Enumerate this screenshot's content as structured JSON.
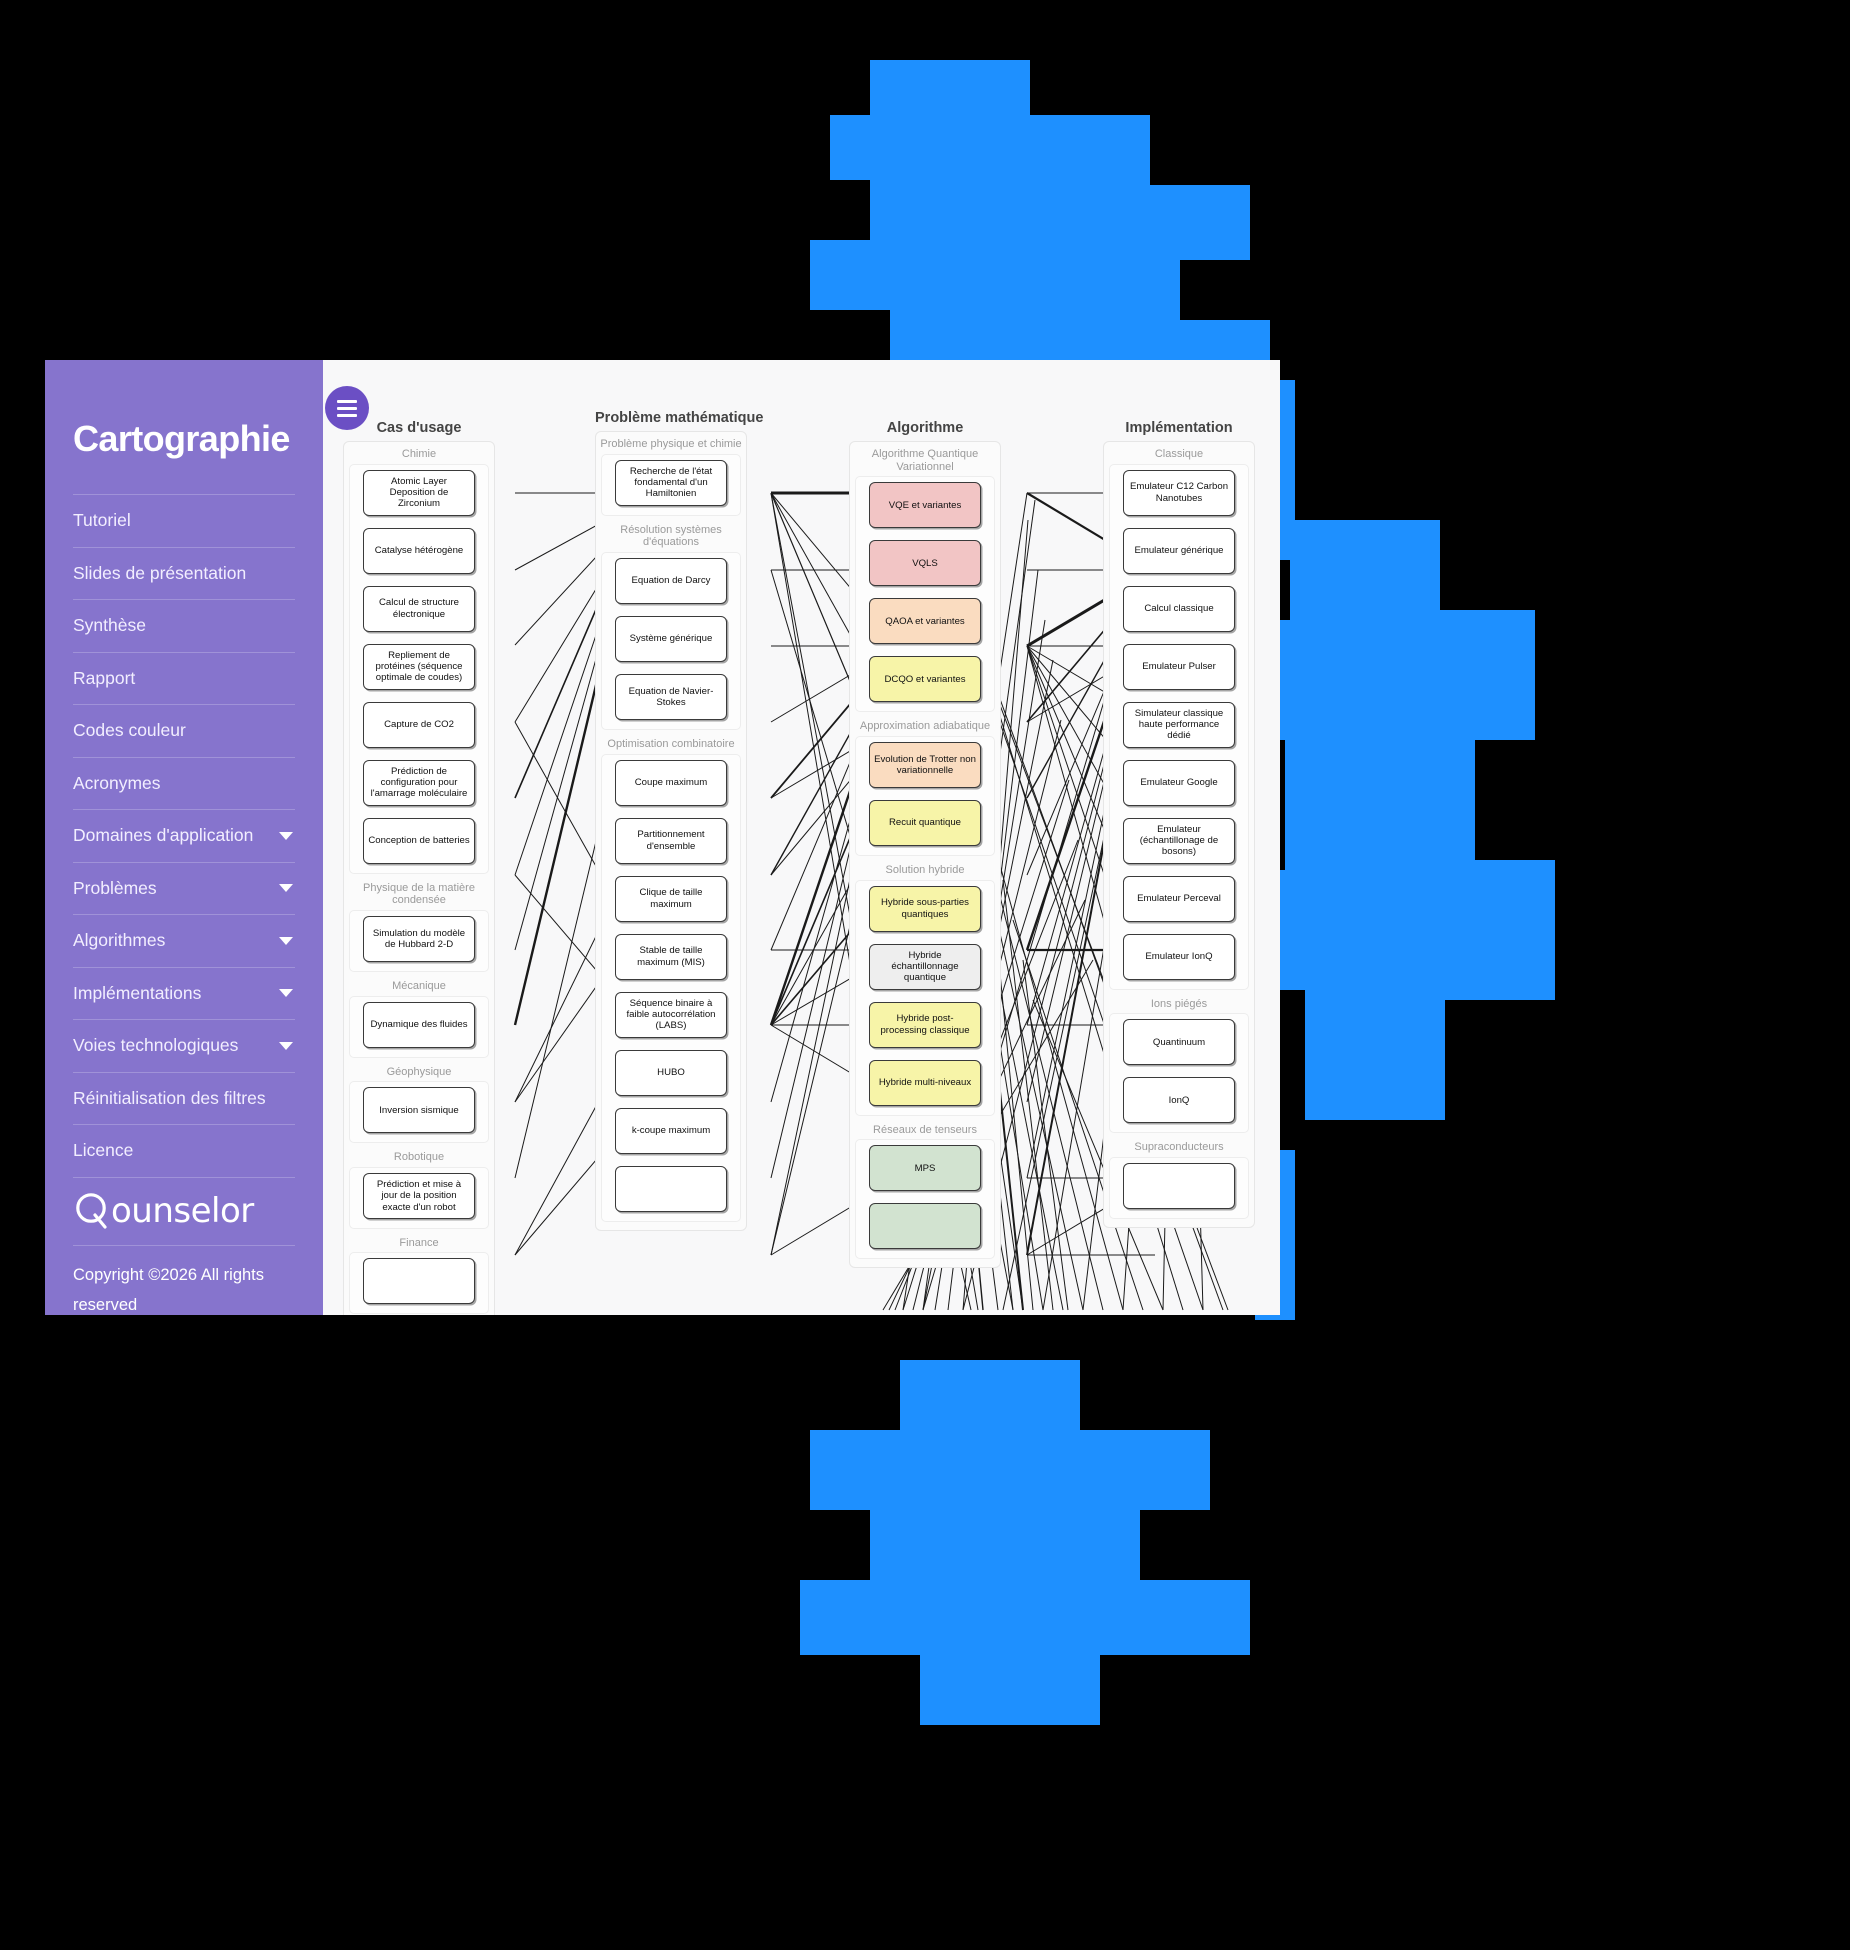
{
  "sidebar": {
    "brand": "Cartographie",
    "menu_button": "hamburger-menu",
    "items": [
      {
        "label": "Tutoriel",
        "expandable": false
      },
      {
        "label": "Slides de présentation",
        "expandable": false
      },
      {
        "label": "Synthèse",
        "expandable": false
      },
      {
        "label": "Rapport",
        "expandable": false
      },
      {
        "label": "Codes couleur",
        "expandable": false
      },
      {
        "label": "Acronymes",
        "expandable": false
      },
      {
        "label": "Domaines d'application",
        "expandable": true
      },
      {
        "label": "Problèmes",
        "expandable": true
      },
      {
        "label": "Algorithmes",
        "expandable": true
      },
      {
        "label": "Implémentations",
        "expandable": true
      },
      {
        "label": "Voies technologiques",
        "expandable": true
      },
      {
        "label": "Réinitialisation des filtres",
        "expandable": false
      },
      {
        "label": "Licence",
        "expandable": false
      }
    ],
    "logo": "Qounselor",
    "logo_suffix": "ounselor",
    "copyright": "Copyright ©2026 All rights reserved"
  },
  "colors": {
    "sidebar_bg": "#8674cd",
    "fab_bg": "#6b4fc4",
    "canvas_bg": "#f8f8f9",
    "accent_blue": "#1e90ff",
    "node_pink": "#f2c5c5",
    "node_peach": "#fadcc0",
    "node_yellow": "#f7f4a8",
    "node_green": "#d2e3d0",
    "node_grey": "#eeeeee"
  },
  "diagram": {
    "columns": [
      {
        "title": "Cas d'usage",
        "groups": [
          {
            "title": "Chimie",
            "nodes": [
              {
                "label": "Atomic Layer Deposition de Zirconium",
                "color": "white"
              },
              {
                "label": "Catalyse hétérogène",
                "color": "white"
              },
              {
                "label": "Calcul de structure électronique",
                "color": "white"
              },
              {
                "label": "Repliement de protéines (séquence optimale de coudes)",
                "color": "white"
              },
              {
                "label": "Capture de CO2",
                "color": "white"
              },
              {
                "label": "Prédiction de configuration pour l'amarrage moléculaire",
                "color": "white"
              },
              {
                "label": "Conception de batteries",
                "color": "white"
              }
            ]
          },
          {
            "title": "Physique de la matière condensée",
            "nodes": [
              {
                "label": "Simulation du modèle de Hubbard 2-D",
                "color": "white"
              }
            ]
          },
          {
            "title": "Mécanique",
            "nodes": [
              {
                "label": "Dynamique des fluides",
                "color": "white"
              }
            ]
          },
          {
            "title": "Géophysique",
            "nodes": [
              {
                "label": "Inversion sismique",
                "color": "white"
              }
            ]
          },
          {
            "title": "Robotique",
            "nodes": [
              {
                "label": "Prédiction et mise à jour de la position exacte d'un robot",
                "color": "white"
              }
            ]
          },
          {
            "title": "Finance",
            "nodes": [
              {
                "label": "",
                "color": "white"
              }
            ]
          }
        ]
      },
      {
        "title": "Problème mathématique",
        "groups": [
          {
            "title": "Problème physique et chimie",
            "nodes": [
              {
                "label": "Recherche de l'état fondamental d'un Hamiltonien",
                "color": "white"
              }
            ]
          },
          {
            "title": "Résolution systèmes d'équations",
            "nodes": [
              {
                "label": "Equation de Darcy",
                "color": "white"
              },
              {
                "label": "Système générique",
                "color": "white"
              },
              {
                "label": "Equation de Navier-Stokes",
                "color": "white"
              }
            ]
          },
          {
            "title": "Optimisation combinatoire",
            "nodes": [
              {
                "label": "Coupe maximum",
                "color": "white"
              },
              {
                "label": "Partitionnement d'ensemble",
                "color": "white"
              },
              {
                "label": "Clique de taille maximum",
                "color": "white"
              },
              {
                "label": "Stable de taille maximum (MIS)",
                "color": "white"
              },
              {
                "label": "Séquence binaire à faible autocorrélation (LABS)",
                "color": "white"
              },
              {
                "label": "HUBO",
                "color": "white"
              },
              {
                "label": "k-coupe maximum",
                "color": "white"
              },
              {
                "label": "",
                "color": "white"
              }
            ]
          }
        ]
      },
      {
        "title": "Algorithme",
        "groups": [
          {
            "title": "Algorithme Quantique Variationnel",
            "nodes": [
              {
                "label": "VQE et variantes",
                "color": "pink"
              },
              {
                "label": "VQLS",
                "color": "pink"
              },
              {
                "label": "QAOA et variantes",
                "color": "peach"
              },
              {
                "label": "DCQO et variantes",
                "color": "yellow"
              }
            ]
          },
          {
            "title": "Approximation adiabatique",
            "nodes": [
              {
                "label": "Evolution de Trotter non variationnelle",
                "color": "peach"
              },
              {
                "label": "Recuit quantique",
                "color": "yellow"
              }
            ]
          },
          {
            "title": "Solution hybride",
            "nodes": [
              {
                "label": "Hybride sous-parties quantiques",
                "color": "yellow"
              },
              {
                "label": "Hybride échantillonnage quantique",
                "color": "grey"
              },
              {
                "label": "Hybride post-processing classique",
                "color": "yellow"
              },
              {
                "label": "Hybride multi-niveaux",
                "color": "yellow"
              }
            ]
          },
          {
            "title": "Réseaux de tenseurs",
            "nodes": [
              {
                "label": "MPS",
                "color": "green"
              },
              {
                "label": "",
                "color": "green"
              }
            ]
          }
        ]
      },
      {
        "title": "Implémentation",
        "groups": [
          {
            "title": "Classique",
            "nodes": [
              {
                "label": "Emulateur C12 Carbon Nanotubes",
                "color": "white"
              },
              {
                "label": "Emulateur générique",
                "color": "white"
              },
              {
                "label": "Calcul classique",
                "color": "white"
              },
              {
                "label": "Emulateur Pulser",
                "color": "white"
              },
              {
                "label": "Simulateur classique haute performance dédié",
                "color": "white"
              },
              {
                "label": "Emulateur Google",
                "color": "white"
              },
              {
                "label": "Emulateur (échantillonage de bosons)",
                "color": "white"
              },
              {
                "label": "Emulateur Perceval",
                "color": "white"
              },
              {
                "label": "Emulateur IonQ",
                "color": "white"
              }
            ]
          },
          {
            "title": "Ions piégés",
            "nodes": [
              {
                "label": "Quantinuum",
                "color": "white"
              },
              {
                "label": "IonQ",
                "color": "white"
              }
            ]
          },
          {
            "title": "Supraconducteurs",
            "nodes": [
              {
                "label": "",
                "color": "white"
              }
            ]
          }
        ]
      }
    ]
  }
}
